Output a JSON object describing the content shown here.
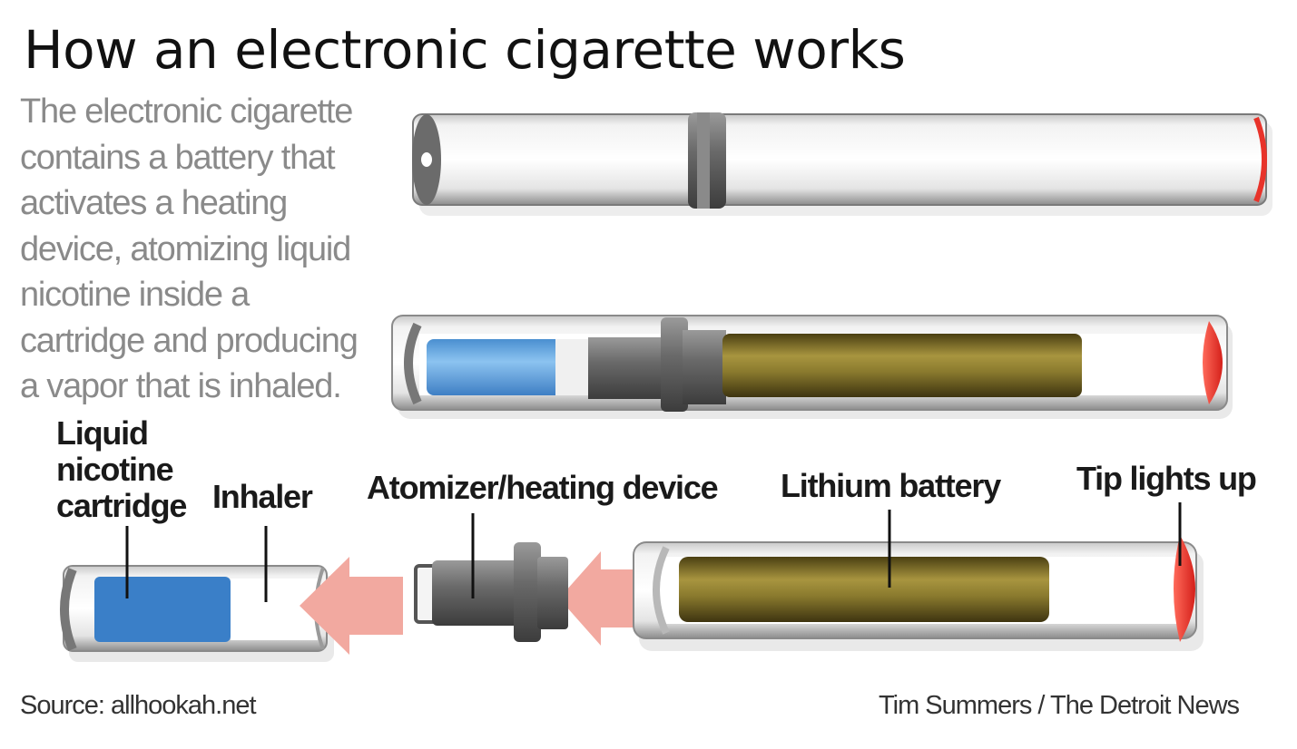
{
  "title": "How an electronic cigarette works",
  "intro_lines": [
    "The electronic cigarette",
    "contains a battery that",
    "activates a heating",
    "device, atomizing liquid",
    "nicotine inside a",
    "cartridge and producing",
    "a vapor that is inhaled."
  ],
  "labels": {
    "cartridge": [
      "Liquid",
      "nicotine",
      "cartridge"
    ],
    "inhaler": "Inhaler",
    "atomizer": "Atomizer/heating device",
    "battery": "Lithium battery",
    "tip": "Tip lights up"
  },
  "footer": {
    "source": "Source: allhookah.net",
    "credit": "Tim Summers / The Detroit News"
  },
  "colors": {
    "body_white": "#f4f4f4",
    "steel_gray": "#6b6b6b",
    "nicotine_blue": "#3a7fc8",
    "battery_gold": "#8a7a2e",
    "tip_red": "#e8332a",
    "arrow_pink": "#f2a9a0"
  }
}
